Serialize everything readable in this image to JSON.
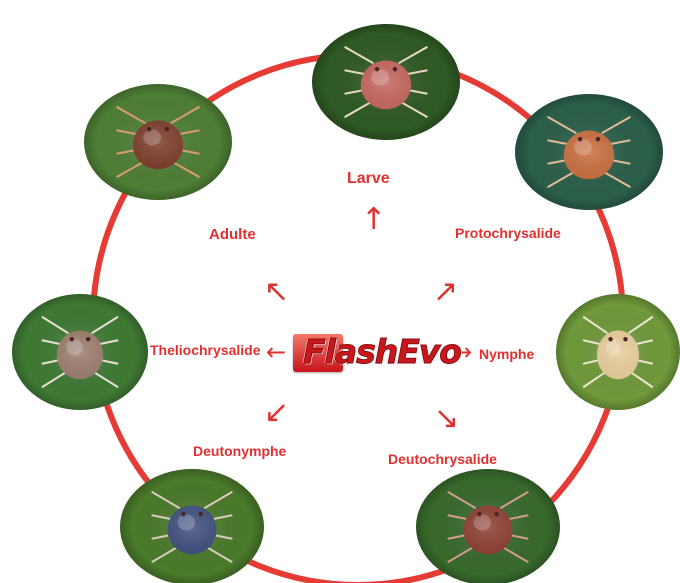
{
  "colors": {
    "accent": "#e03030",
    "ring": "#e63a35",
    "logo": "#c8181c"
  },
  "logo": {
    "text": "FlashEvo"
  },
  "stages": [
    {
      "id": "larve",
      "label": "Larve"
    },
    {
      "id": "protochrysalide",
      "label": "Protochrysalide"
    },
    {
      "id": "nymphe",
      "label": "Nymphe"
    },
    {
      "id": "deutochrysalide",
      "label": "Deutochrysalide"
    },
    {
      "id": "deutonymphe",
      "label": "Deutonymphe"
    },
    {
      "id": "theliochrysalide",
      "label": "Theliochrysalide"
    },
    {
      "id": "adulte",
      "label": "Adulte"
    }
  ],
  "photos": [
    {
      "name": "larve-photo",
      "bg": "#2f5a24",
      "body": "#c2625a",
      "leg": "#f0e0d0"
    },
    {
      "name": "protochrysalide-photo",
      "bg": "#2b5f4a",
      "body": "#c66a3a",
      "leg": "#e8c0a0"
    },
    {
      "name": "nymphe-photo",
      "bg": "#6f9a3a",
      "body": "#e8cc9a",
      "leg": "#f6ecd8"
    },
    {
      "name": "deutochrysalide-photo",
      "bg": "#386a2c",
      "body": "#8a3a2e",
      "leg": "#d8a090"
    },
    {
      "name": "deutonymphe-photo",
      "bg": "#4a7a2a",
      "body": "#3a4a7a",
      "leg": "#e0d4c4"
    },
    {
      "name": "theliochrysalide-photo",
      "bg": "#3f7a34",
      "body": "#9a7a6a",
      "leg": "#f2e8dc"
    },
    {
      "name": "adulte-photo",
      "bg": "#4f7f36",
      "body": "#7a3826",
      "leg": "#e0a070"
    }
  ]
}
